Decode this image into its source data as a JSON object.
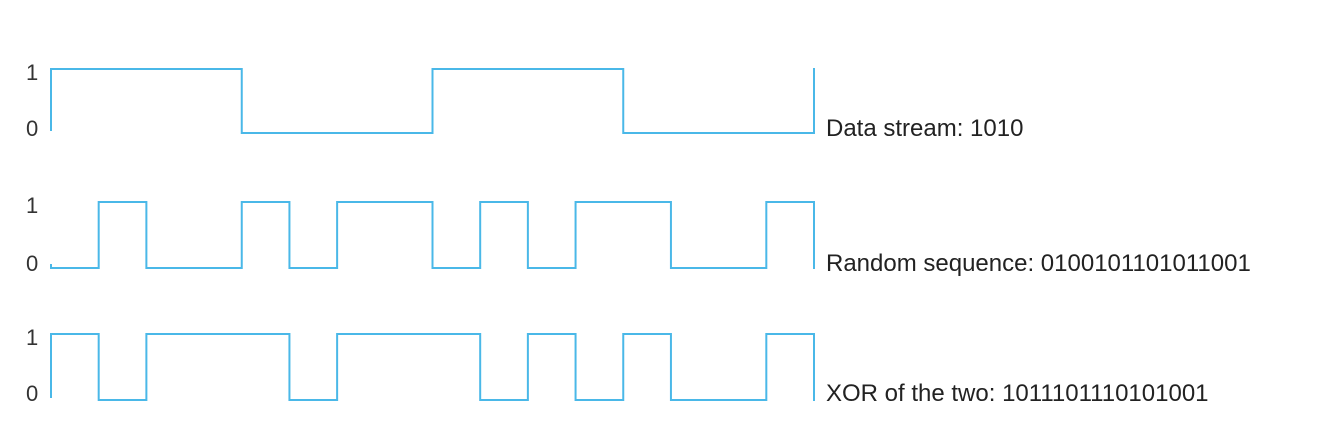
{
  "colors": {
    "wave": "#4ab8e8",
    "text": "#222222"
  },
  "signals": [
    {
      "id": "data-stream",
      "level_high": "1",
      "level_low": "0",
      "caption": "Data stream: 1010",
      "bits": [
        1,
        0,
        1,
        0
      ]
    },
    {
      "id": "random-sequence",
      "level_high": "1",
      "level_low": "0",
      "caption": "Random sequence: 0100101101011001",
      "bits": [
        0,
        1,
        0,
        0,
        1,
        0,
        1,
        1,
        0,
        1,
        0,
        1,
        1,
        0,
        0,
        1
      ]
    },
    {
      "id": "xor-result",
      "level_high": "1",
      "level_low": "0",
      "caption": "XOR of the two: 1011101110101001",
      "bits": [
        1,
        0,
        1,
        1,
        1,
        0,
        1,
        1,
        1,
        0,
        1,
        0,
        1,
        0,
        0,
        1
      ]
    }
  ]
}
